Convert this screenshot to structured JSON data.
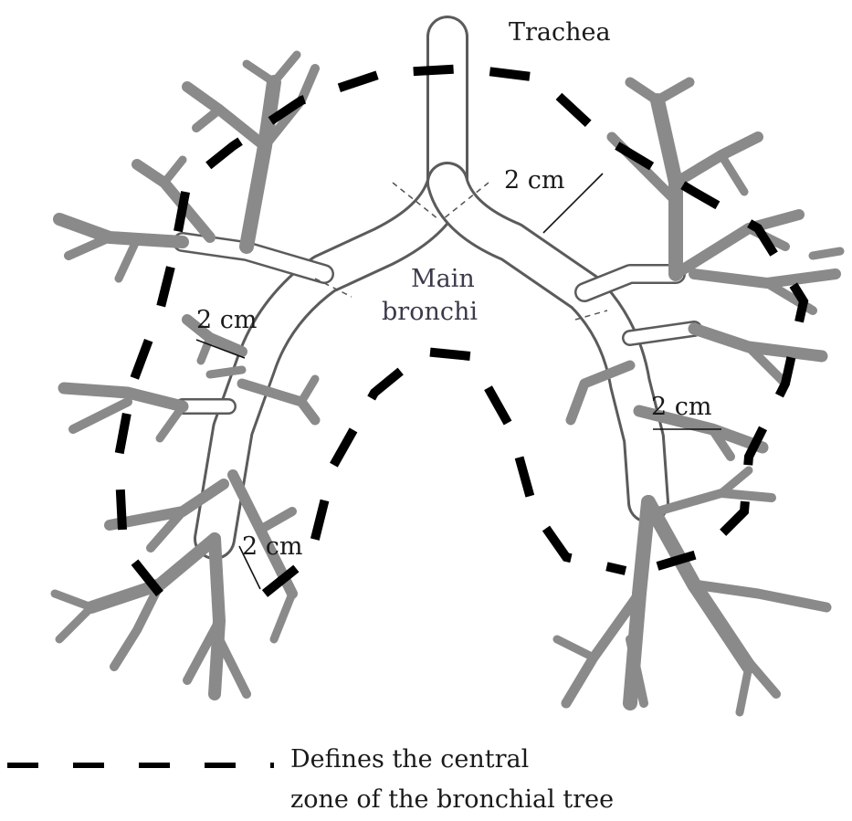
{
  "labels": {
    "trachea": "Trachea",
    "main_bronchi_line1": "Main",
    "main_bronchi_line2": "bronchi",
    "measure_right_upper": "2 cm",
    "measure_left_upper": "2 cm",
    "measure_right_lower": "2 cm",
    "measure_left_lower": "2 cm"
  },
  "legend": {
    "line1": "Defines the central",
    "line2": "zone of the bronchial tree"
  },
  "colors": {
    "airway_outline": "#5b5b5b",
    "airway_fill": "#8a8a8a",
    "zone_boundary": "#000000",
    "background": "#ffffff"
  }
}
